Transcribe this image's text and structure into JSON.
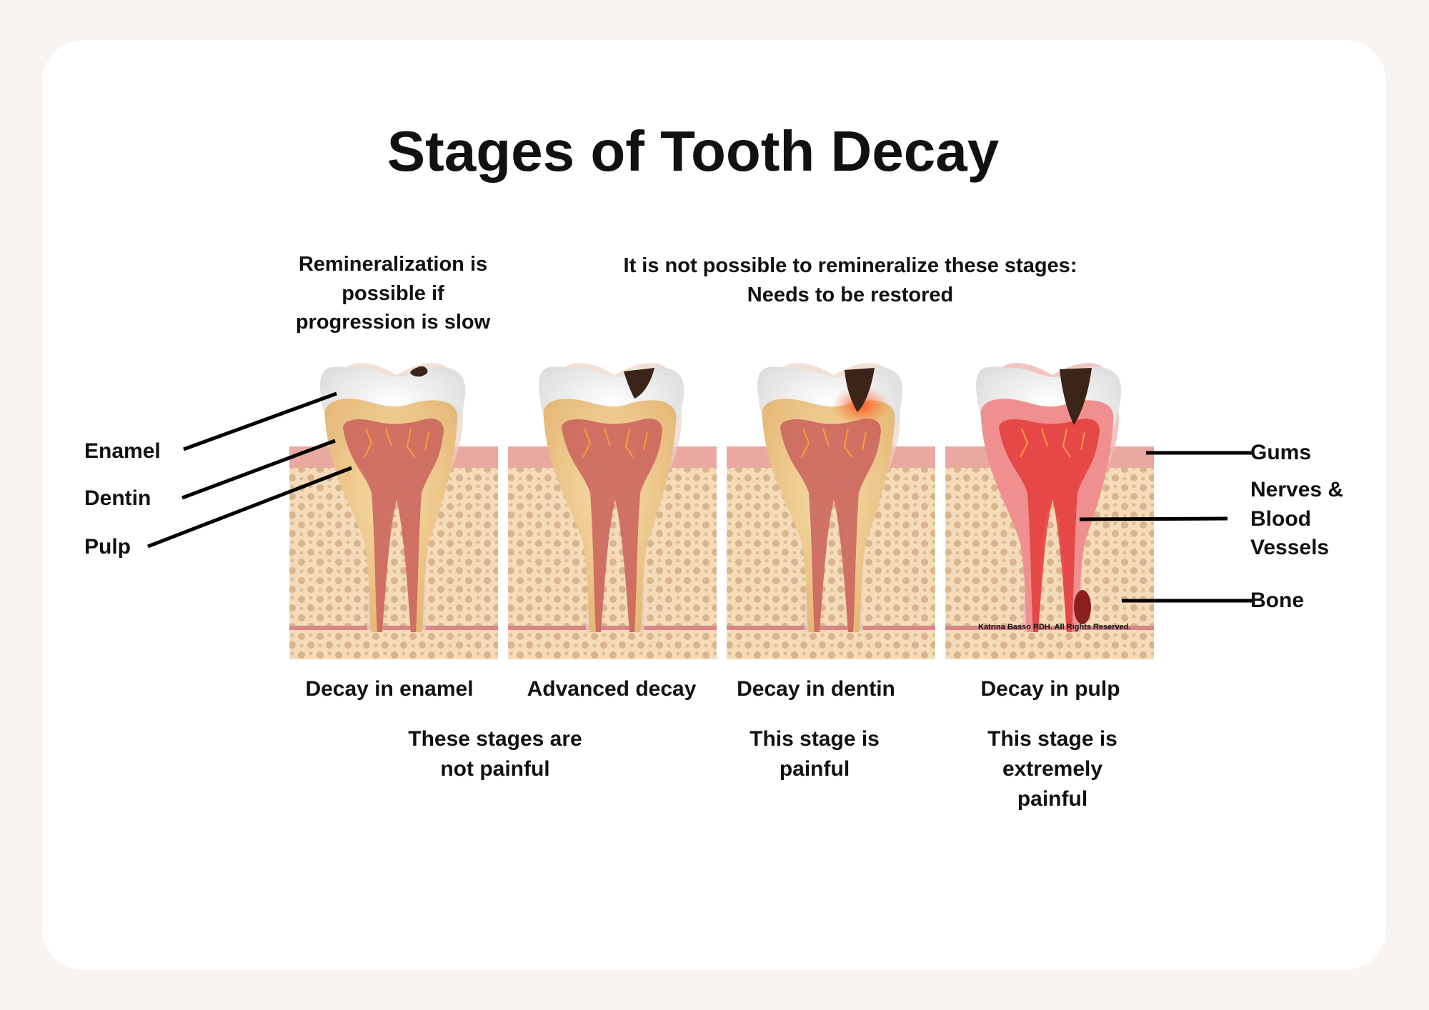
{
  "title": "Stages of Tooth Decay",
  "remineralization_note": [
    "Remineralization is",
    "possible if",
    "progression is slow"
  ],
  "restore_note": [
    "It is not possible to remineralize these stages:",
    "Needs to be restored"
  ],
  "left_labels": {
    "enamel": "Enamel",
    "dentin": "Dentin",
    "pulp": "Pulp"
  },
  "right_labels": {
    "gums": "Gums",
    "nerves": [
      "Nerves &",
      "Blood",
      "Vessels"
    ],
    "bone": "Bone"
  },
  "stages": [
    {
      "name": "Decay in enamel"
    },
    {
      "name": "Advanced decay"
    },
    {
      "name": "Decay in dentin"
    },
    {
      "name": "Decay in pulp"
    }
  ],
  "pain_notes": {
    "not_painful": [
      "These stages are",
      "not painful"
    ],
    "painful": [
      "This stage is",
      "painful"
    ],
    "extremely_painful": [
      "This stage is",
      "extremely",
      "painful"
    ]
  },
  "credit": "Katrina Basso RDH. All Rights Reserved.",
  "colors": {
    "gum": "#e9a9a0",
    "bone": "#f5dbb8",
    "bone_dot": "#d8b58c",
    "enamel": "#f4f4f4",
    "dentin": "#edc98c",
    "pulp": "#c9605a",
    "decay": "#3b2418",
    "inflamed": "#e43c3c",
    "label_line": "#000000"
  }
}
